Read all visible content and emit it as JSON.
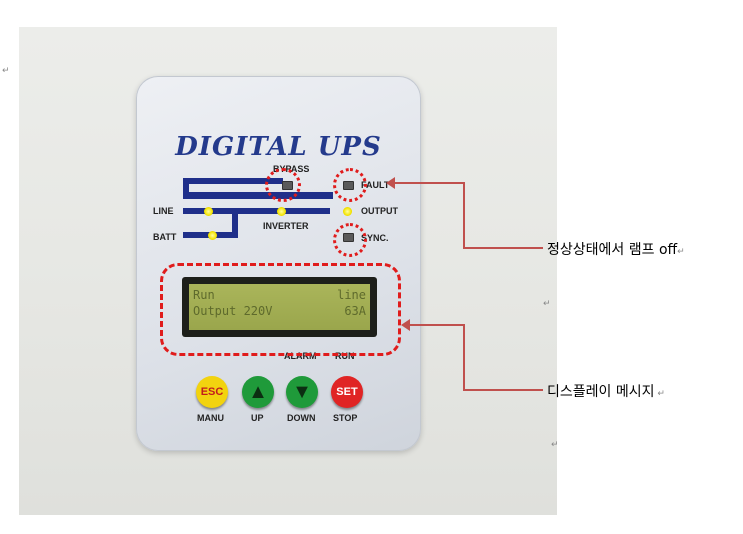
{
  "panel": {
    "title": "DIGITAL UPS",
    "labels": {
      "bypass": "BYPASS",
      "fault": "FAULT",
      "line": "LINE",
      "output": "OUTPUT",
      "batt": "BATT",
      "inverter": "INVERTER",
      "sync": "SYNC.",
      "alarm": "ALARM",
      "run": "RUN"
    },
    "lcd": {
      "line1_left": "Run",
      "line1_right": "line",
      "line2_left": "Output 220V",
      "line2_right": "63A"
    },
    "buttons": [
      {
        "key": "esc",
        "text": "ESC",
        "caption": "MANU",
        "color": "#f2d30f"
      },
      {
        "key": "up",
        "text": "▲",
        "caption": "UP",
        "color": "#1f9a3a"
      },
      {
        "key": "down",
        "text": "▼",
        "caption": "DOWN",
        "color": "#1f9a3a"
      },
      {
        "key": "set",
        "text": "SET",
        "caption": "STOP",
        "color": "#e02424"
      }
    ]
  },
  "annotations": {
    "lamp_note": "정상상태에서  램프 off",
    "display_note": "디스플레이 메시지"
  },
  "colors": {
    "panel_blue": "#1f2f8a",
    "callout": "#c0504d",
    "highlight": "#e01c1c",
    "led_on": "#f3e300"
  }
}
